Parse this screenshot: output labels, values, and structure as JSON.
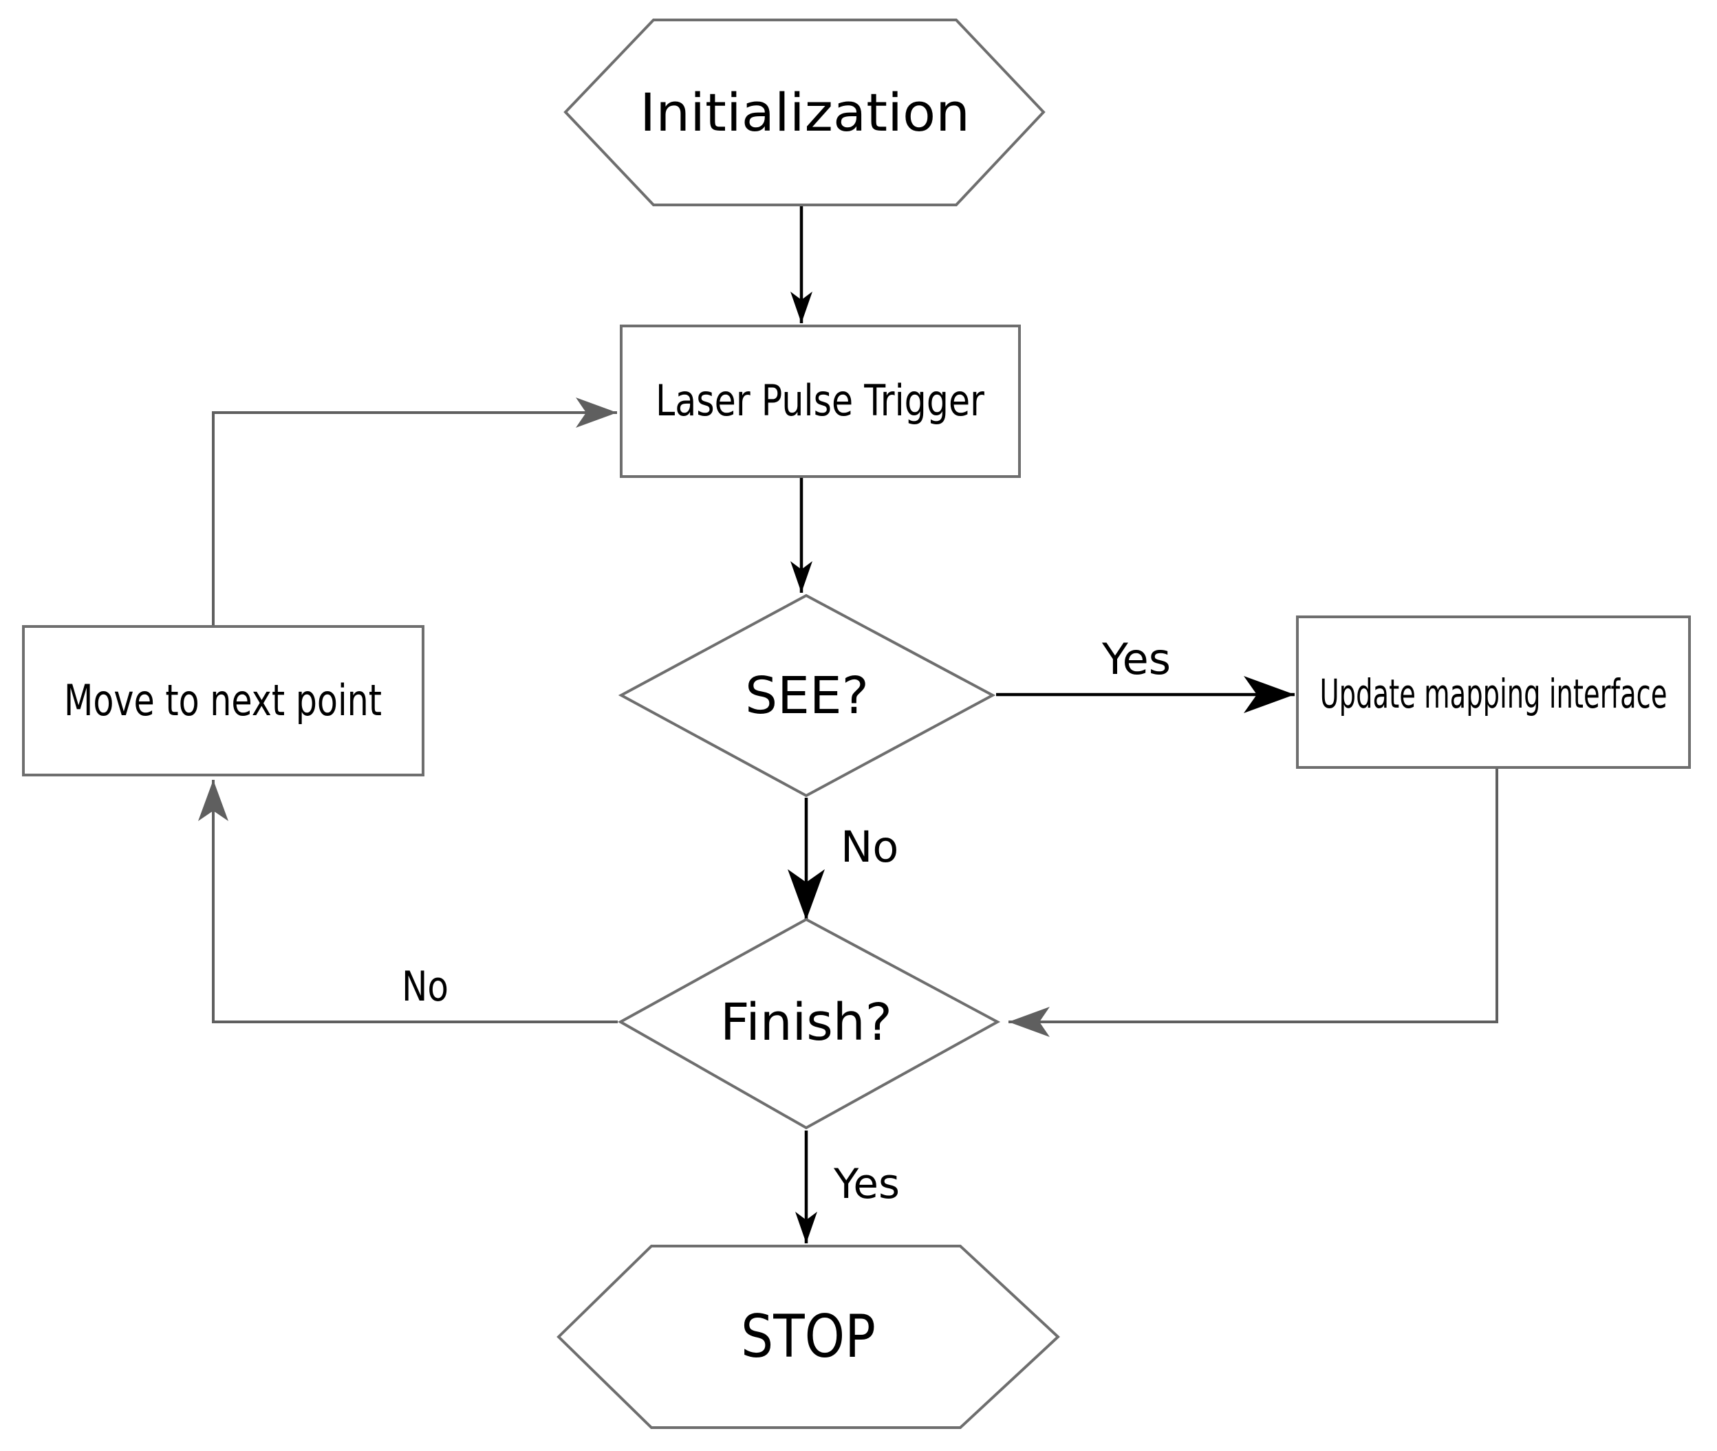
{
  "diagram": {
    "type": "flowchart",
    "nodes": {
      "initialization": {
        "label": "Initialization",
        "shape": "hexagon"
      },
      "laser_pulse_trigger": {
        "label": "Laser Pulse Trigger",
        "shape": "rectangle"
      },
      "see_decision": {
        "label": "SEE?",
        "shape": "diamond"
      },
      "update_mapping_interface": {
        "label": "Update mapping interface",
        "shape": "rectangle"
      },
      "finish_decision": {
        "label": "Finish?",
        "shape": "diamond"
      },
      "move_to_next_point": {
        "label": "Move to next point",
        "shape": "rectangle"
      },
      "stop": {
        "label": "STOP",
        "shape": "hexagon"
      }
    },
    "edges": {
      "see_yes_label": "Yes",
      "see_no_label": "No",
      "finish_no_label": "No",
      "finish_yes_label": "Yes"
    },
    "colors": {
      "background": "#ffffff",
      "shape_border": "#6e6e6e",
      "connector_black": "#000000",
      "connector_gray": "#5f5f5f",
      "text": "#000000"
    }
  }
}
